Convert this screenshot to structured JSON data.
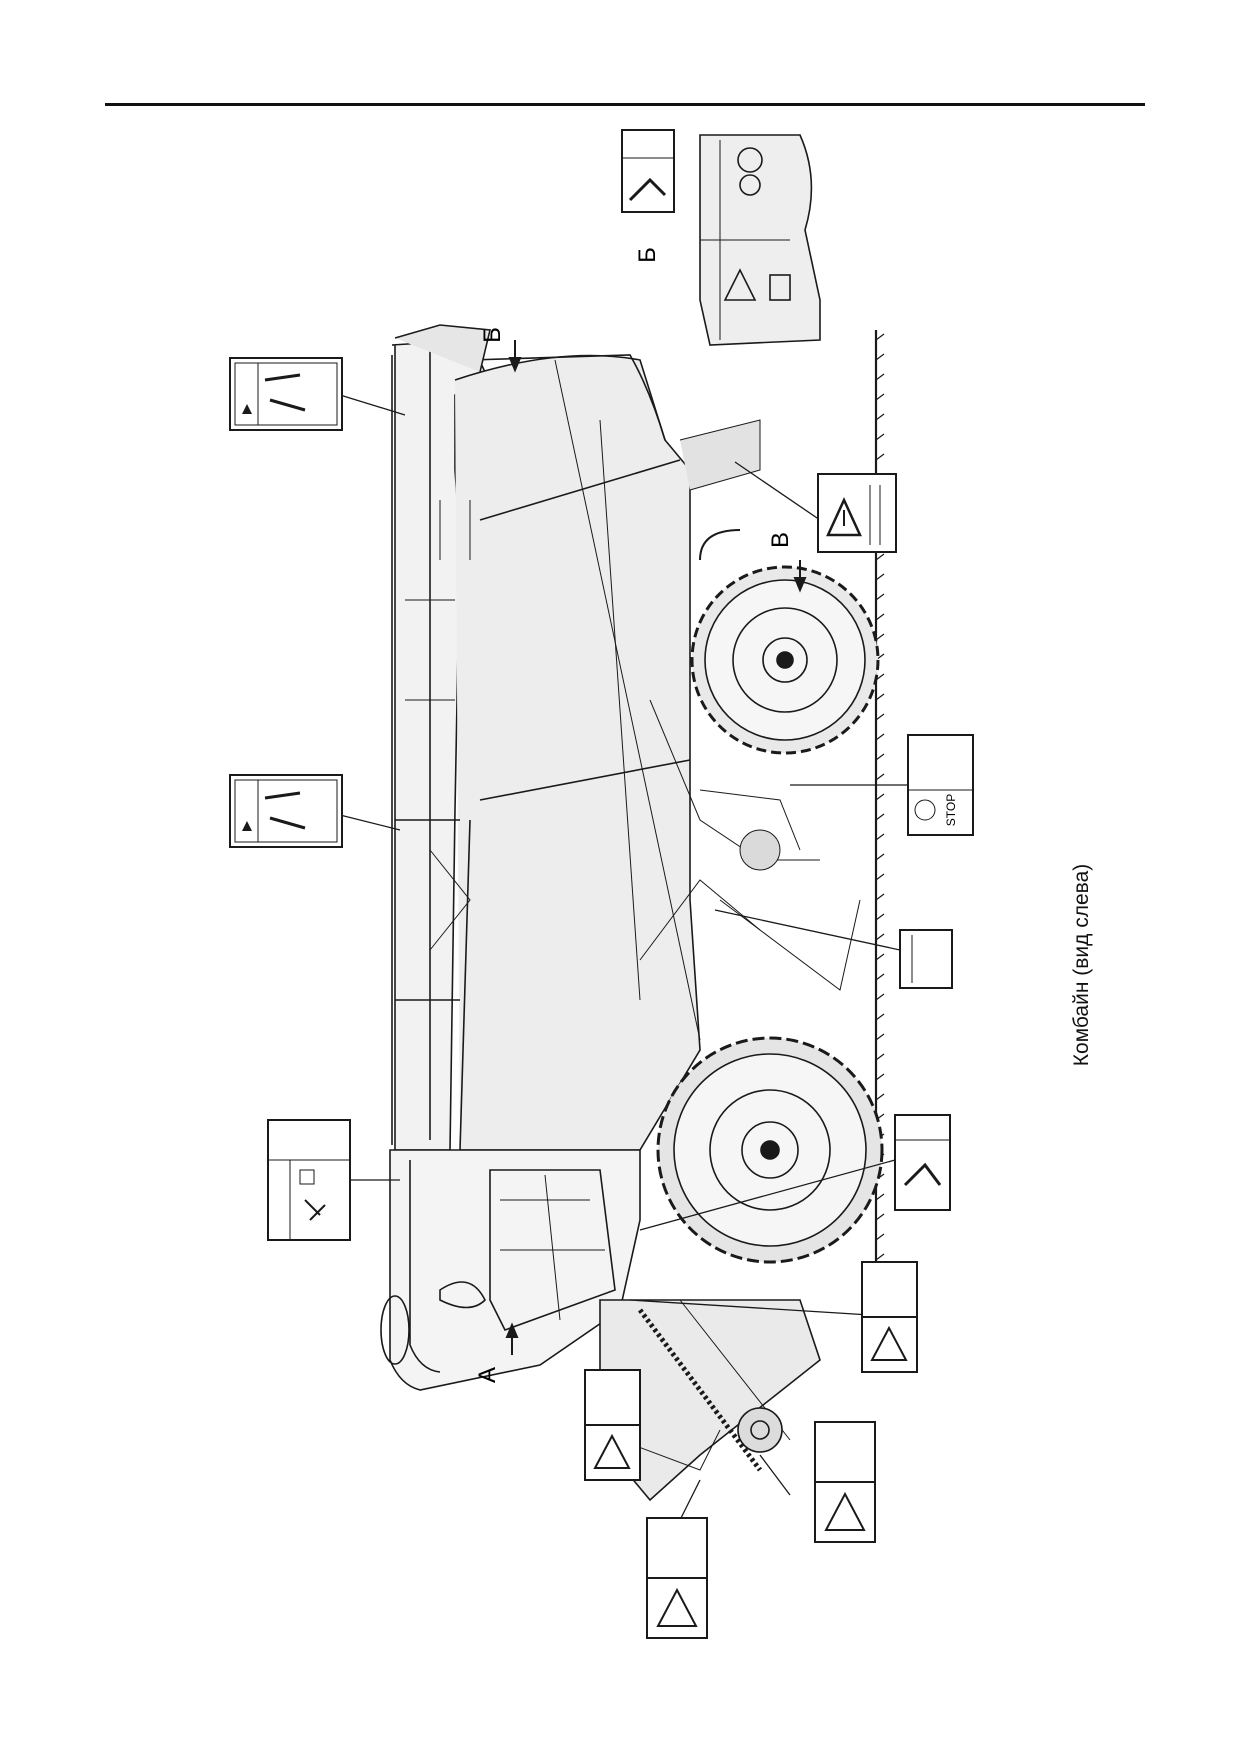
{
  "caption": "Комбайн (вид слева)",
  "views": {
    "a": "А",
    "b": "Б",
    "v": "В"
  },
  "stop_text": "STOP",
  "colors": {
    "line": "#1a1a1a",
    "fill_light": "#ededed",
    "fill_mid": "#d9d9d9",
    "ground": "#333333"
  }
}
